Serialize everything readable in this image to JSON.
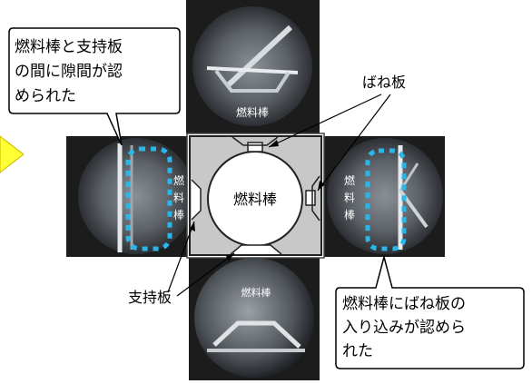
{
  "callouts": {
    "gap_top_left": [
      "燃料棒と支持板",
      "の間に隙間が認",
      "められた"
    ],
    "insertion_bottom_right": [
      "燃料棒にばね板の",
      "入り込みが認めら",
      "れた"
    ]
  },
  "labels": {
    "spring_plate": "ばね板",
    "support_plate": "支持板",
    "fuel_rod_center": "燃料棒",
    "fuel_rod_top": "燃料棒",
    "fuel_rod_bottom": "燃料棒",
    "fuel_rod_left_v": [
      "燃",
      "料",
      "棒"
    ],
    "fuel_rod_right_v": [
      "燃",
      "料",
      "棒"
    ]
  },
  "colors": {
    "highlight_dots": "#29b6e8",
    "panel_bg": "#1c1c1c",
    "grid_fill": "#c8c8c8",
    "yellow_pointer": "#ffff33"
  }
}
